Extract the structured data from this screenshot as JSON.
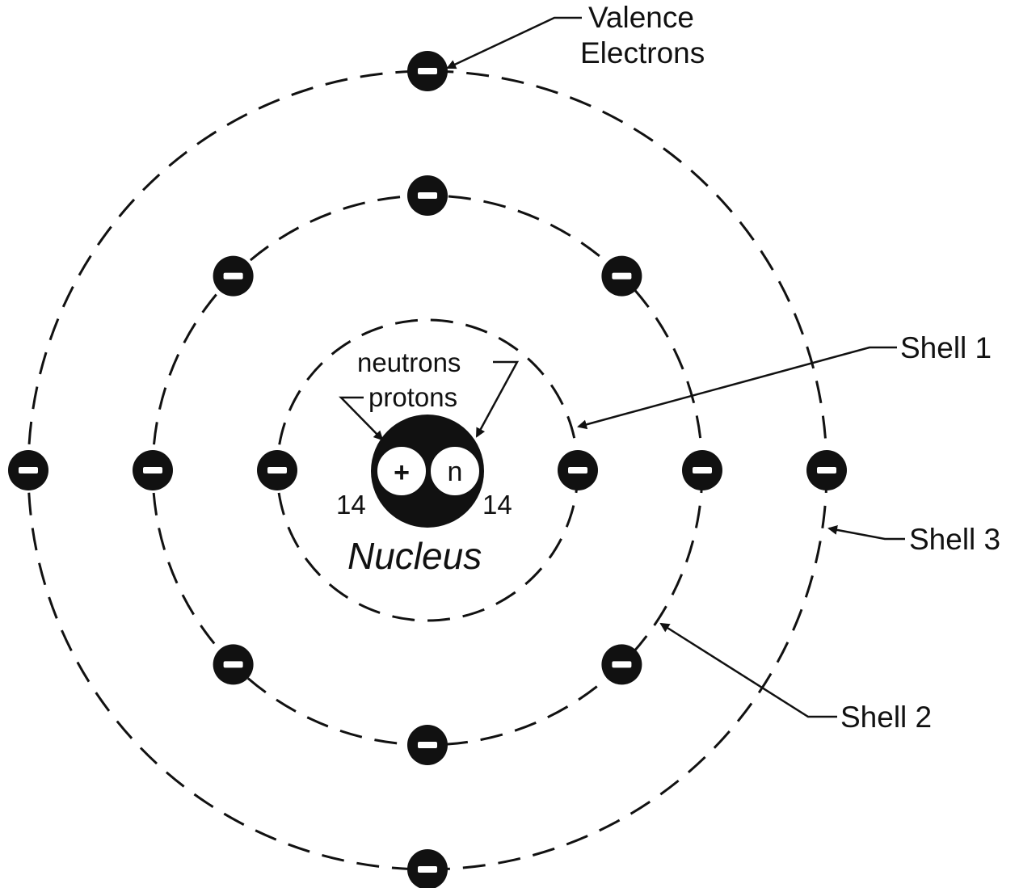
{
  "labels": {
    "valence_line1": "Valence",
    "valence_line2": "Electrons",
    "shell1": "Shell 1",
    "shell2": "Shell 2",
    "shell3": "Shell 3",
    "neutrons": "neutrons",
    "protons": "protons",
    "proton_count": "14",
    "neutron_count": "14",
    "nucleus": "Nucleus",
    "proton_symbol": "+",
    "neutron_symbol": "n"
  },
  "electron_shells": [
    {
      "name": "Shell 1",
      "electron_count": 2
    },
    {
      "name": "Shell 2",
      "electron_count": 8
    },
    {
      "name": "Shell 3",
      "electron_count": 4
    }
  ]
}
